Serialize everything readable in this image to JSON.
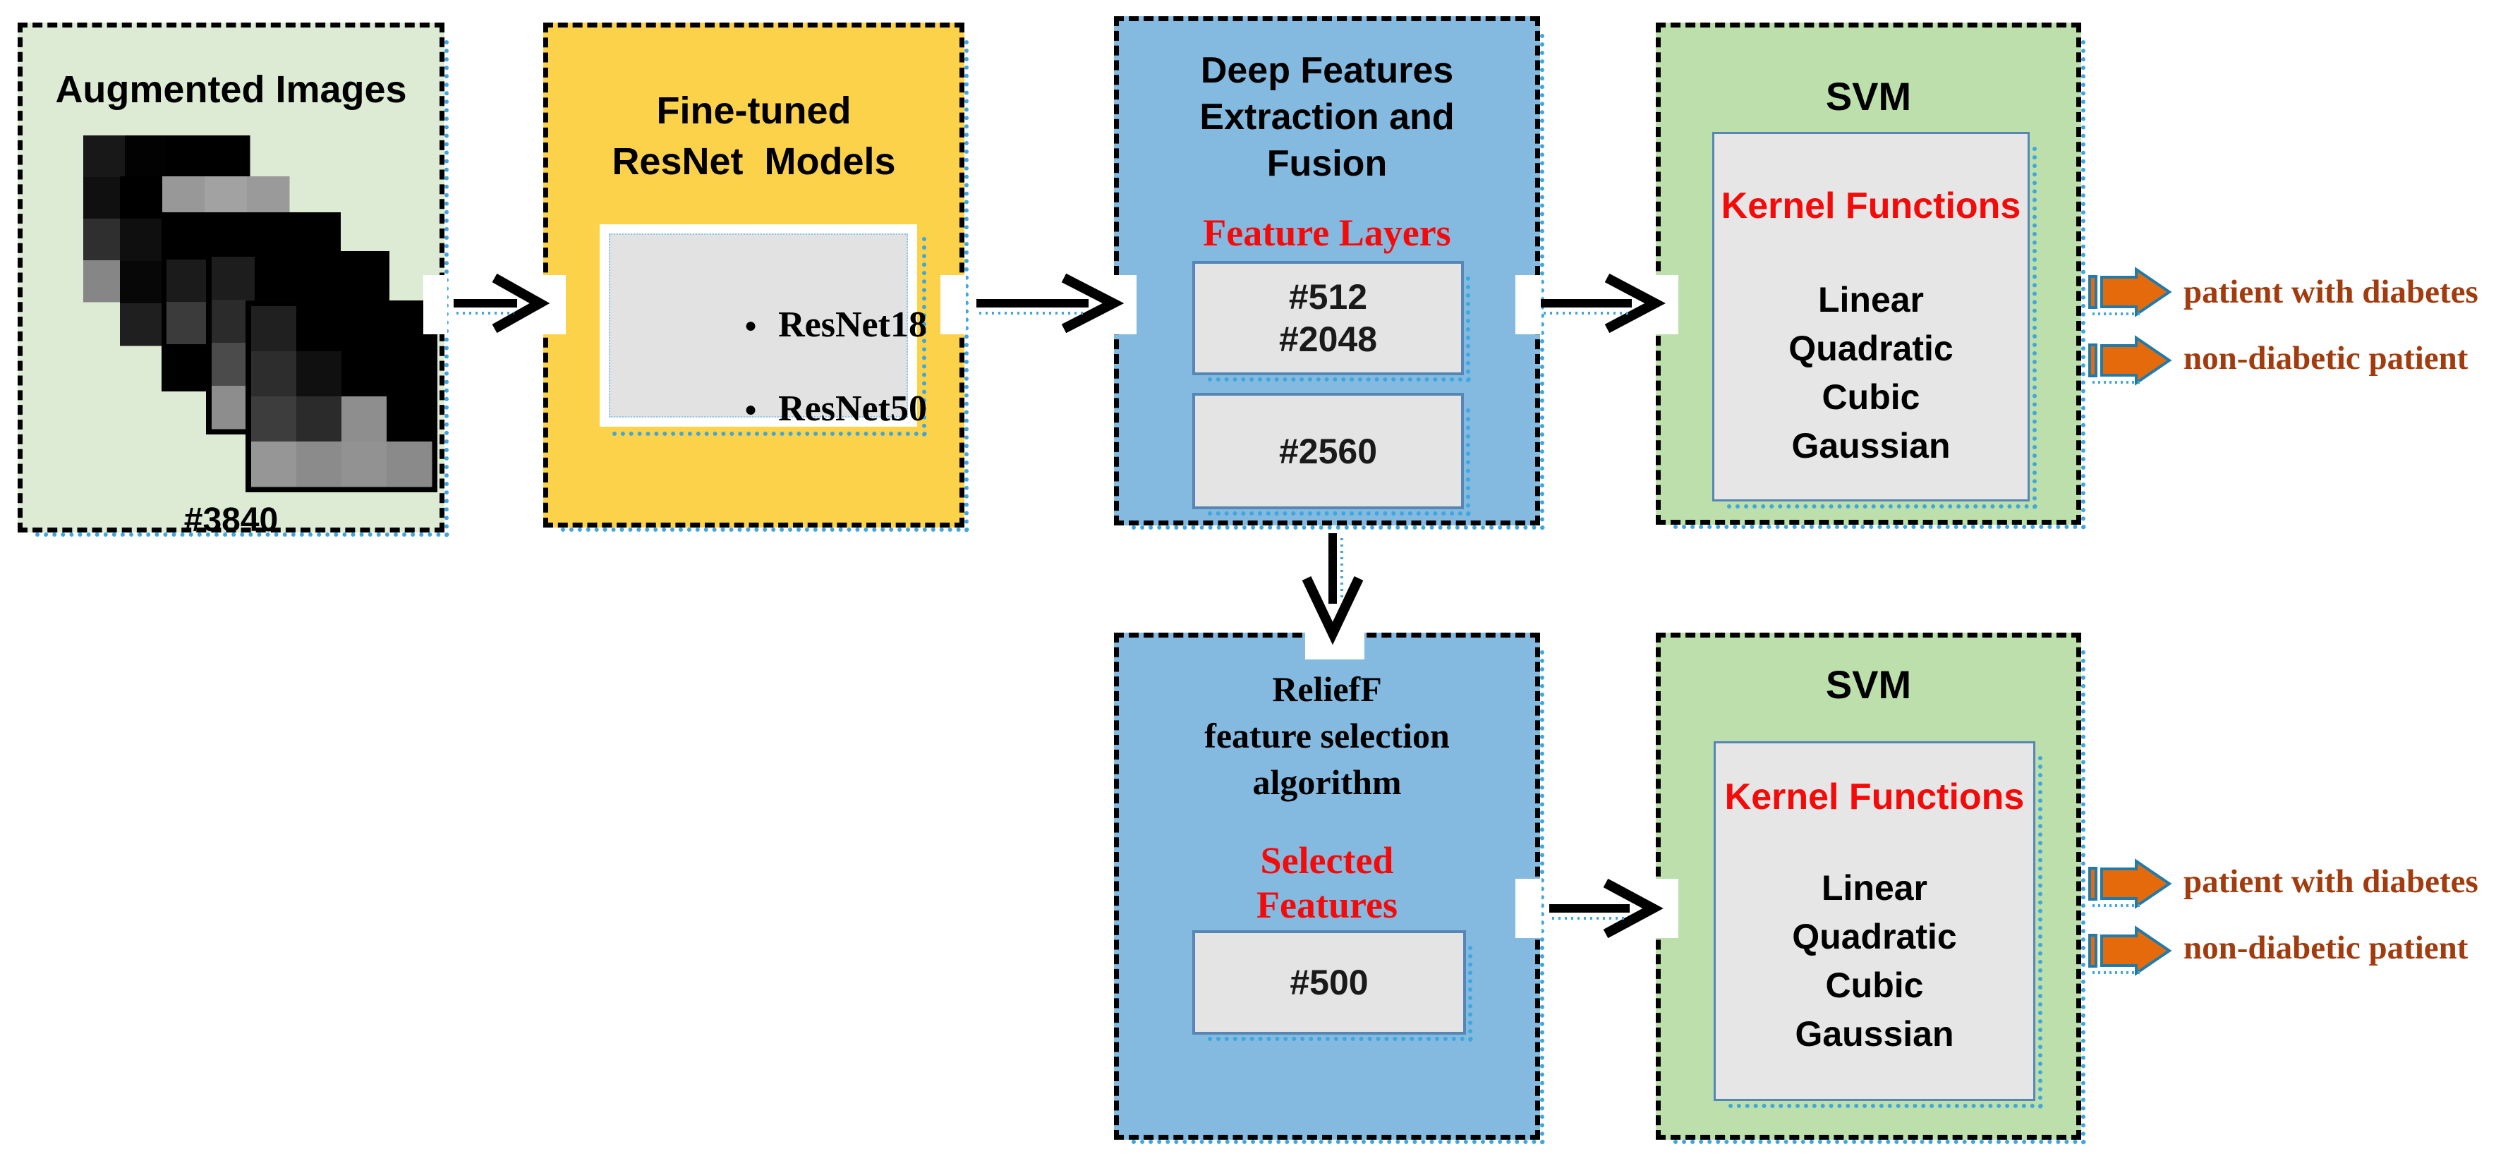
{
  "figure": {
    "type": "pipeline-flow-diagram",
    "background": "#FFFFFF"
  },
  "palette": {
    "augmented_box_green": "#DEEBD4",
    "resnet_box_yellow": "#FCD24B",
    "features_box_blue": "#85BAE0",
    "svm_box_green": "#BCDFAC",
    "panel_gray": "#E6E6E6",
    "panel_border_blue": "#5586B4",
    "red_text": "#F50A0A",
    "output_text_brown": "#A23B0D",
    "flow_arrow_black": "#000000",
    "output_arrow_orange": "#E56A0C",
    "output_arrow_border_blue": "#1F7BAA",
    "shadow_dot_blue": "#3FA7DE"
  },
  "boxes": {
    "augmented_images": {
      "title": "Augmented Images",
      "count_label": "#3840"
    },
    "fine_tuned": {
      "title_lines": [
        "Fine-tuned",
        "ResNet  Models"
      ],
      "models": [
        "ResNet18",
        "ResNet50"
      ]
    },
    "deep_features": {
      "title_lines": [
        "Deep Features",
        "Extraction and",
        "Fusion"
      ],
      "subtitle": "Feature Layers",
      "layer_groups": [
        {
          "lines": [
            "#512",
            "#2048"
          ]
        },
        {
          "lines": [
            "#2560"
          ]
        }
      ]
    },
    "svm_top": {
      "title": "SVM",
      "panel_title": "Kernel Functions",
      "kernels": [
        "Linear",
        "Quadratic",
        "Cubic",
        "Gaussian"
      ]
    },
    "relieff": {
      "title_lines": [
        "ReliefF",
        "feature selection",
        "algorithm"
      ],
      "subtitle_lines": [
        "Selected",
        "Features"
      ],
      "count_label": "#500"
    },
    "svm_bottom": {
      "title": "SVM",
      "panel_title": "Kernel Functions",
      "kernels": [
        "Linear",
        "Quadratic",
        "Cubic",
        "Gaussian"
      ]
    }
  },
  "outputs": {
    "top": {
      "labels": [
        "patient with diabetes",
        "non-diabetic patient"
      ]
    },
    "bottom": {
      "labels": [
        "patient with diabetes",
        "non-diabetic patient"
      ]
    }
  }
}
